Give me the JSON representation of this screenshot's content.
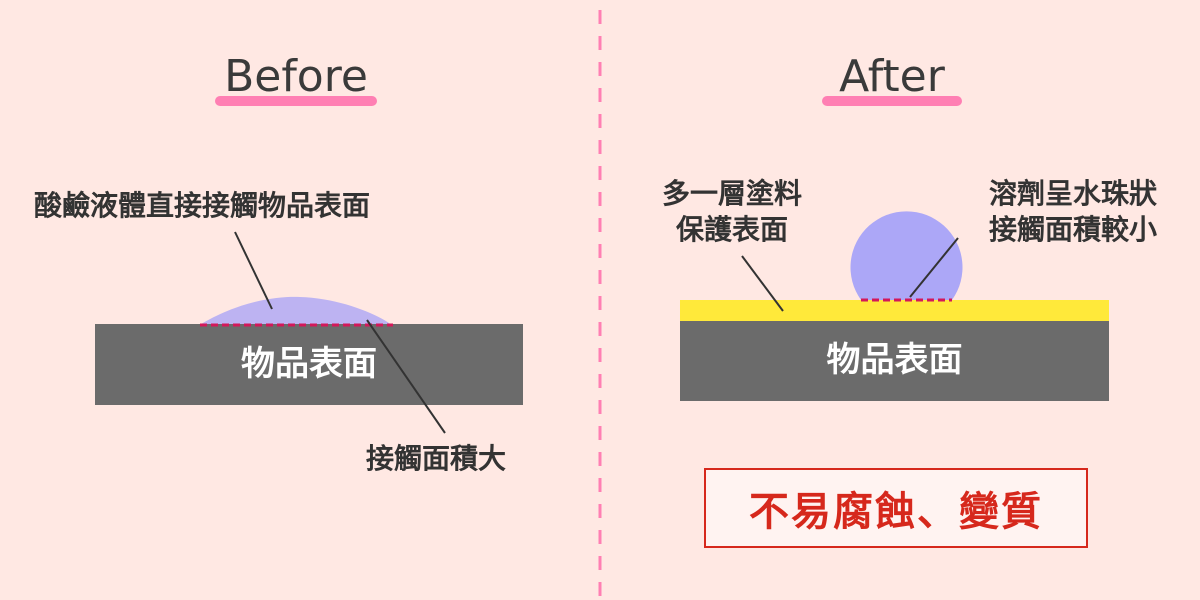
{
  "before": {
    "heading": "Before",
    "liquid_label": "酸鹼液體直接接觸物品表面",
    "surface_label": "物品表面",
    "contact_label": "接觸面積大"
  },
  "after": {
    "heading": "After",
    "coating_label_line1": "多一層塗料",
    "coating_label_line2": "保護表面",
    "droplet_label_line1": "溶劑呈水珠狀",
    "droplet_label_line2": "接觸面積較小",
    "surface_label": "物品表面",
    "result": "不易腐蝕、變質"
  },
  "colors": {
    "background": "#FFE8E3",
    "accent_pink": "#FF7FB3",
    "surface_gray": "#6B6B6B",
    "liquid_lavender": "#BDB3F2",
    "droplet_blue": "#ACA7F7",
    "coating_yellow": "#FFE93A",
    "contact_line": "#D3185A",
    "result_red": "#D6281C"
  }
}
